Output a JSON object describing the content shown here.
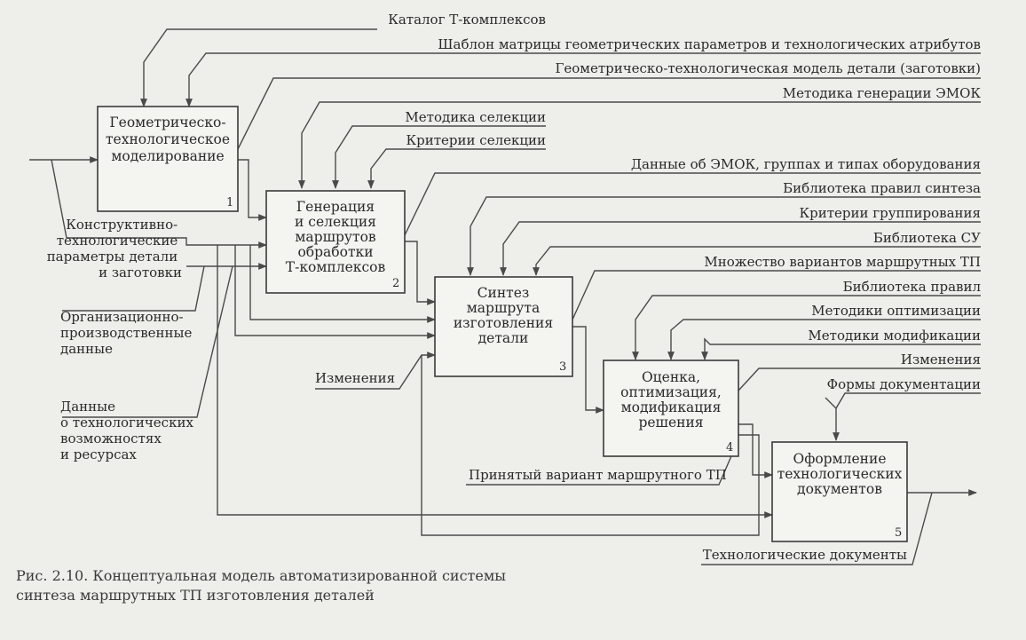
{
  "blocks": [
    {
      "lines": [
        "Геометрическо-",
        "технологическое",
        "моделирование"
      ],
      "num": "1"
    },
    {
      "lines": [
        "Генерация",
        "и селекция",
        "маршрутов",
        "обработки",
        "Т-комплексов"
      ],
      "num": "2"
    },
    {
      "lines": [
        "Синтез",
        "маршрута",
        "изготовления",
        "детали"
      ],
      "num": "3"
    },
    {
      "lines": [
        "Оценка,",
        "оптимизация,",
        "модификация",
        "решения"
      ],
      "num": "4"
    },
    {
      "lines": [
        "Оформление",
        "технологических",
        "документов"
      ],
      "num": "5"
    }
  ],
  "labels": {
    "catalog": "Каталог Т-комплексов",
    "matrix_template": "Шаблон матрицы геометрических параметров и технологических атрибутов",
    "geo_model": "Геометрическо-технологическая модель детали (заготовки)",
    "emok_method": "Методика генерации ЭМОК",
    "selection_method": "Методика селекции",
    "selection_criteria": "Критерии селекции",
    "emok_data": "Данные об ЭМОК, группах и типах оборудования",
    "synthesis_rules": "Библиотека правил синтеза",
    "grouping_criteria": "Критерии группирования",
    "su_library": "Библиотека СУ",
    "route_variants": "Множество вариантов маршрутных ТП",
    "rules_library": "Библиотека правил",
    "opt_methods": "Методики оптимизации",
    "mod_methods": "Методики модификации",
    "changes_right": "Изменения",
    "doc_forms": "Формы документации",
    "changes_left": "Изменения",
    "accepted_variant": "Принятый вариант маршрутного ТП",
    "tech_docs": "Технологические документы",
    "params": [
      "Конструктивно-",
      "технологические",
      "параметры детали",
      "и заготовки"
    ],
    "org": [
      "Организационно-",
      "производственные",
      "данные"
    ],
    "capabilities": [
      "Данные",
      "о технологических",
      "возможностях",
      "и ресурсах"
    ]
  },
  "caption": [
    "Рис. 2.10. Концептуальная модель автоматизированной системы",
    "синтеза маршрутных ТП изготовления деталей"
  ]
}
